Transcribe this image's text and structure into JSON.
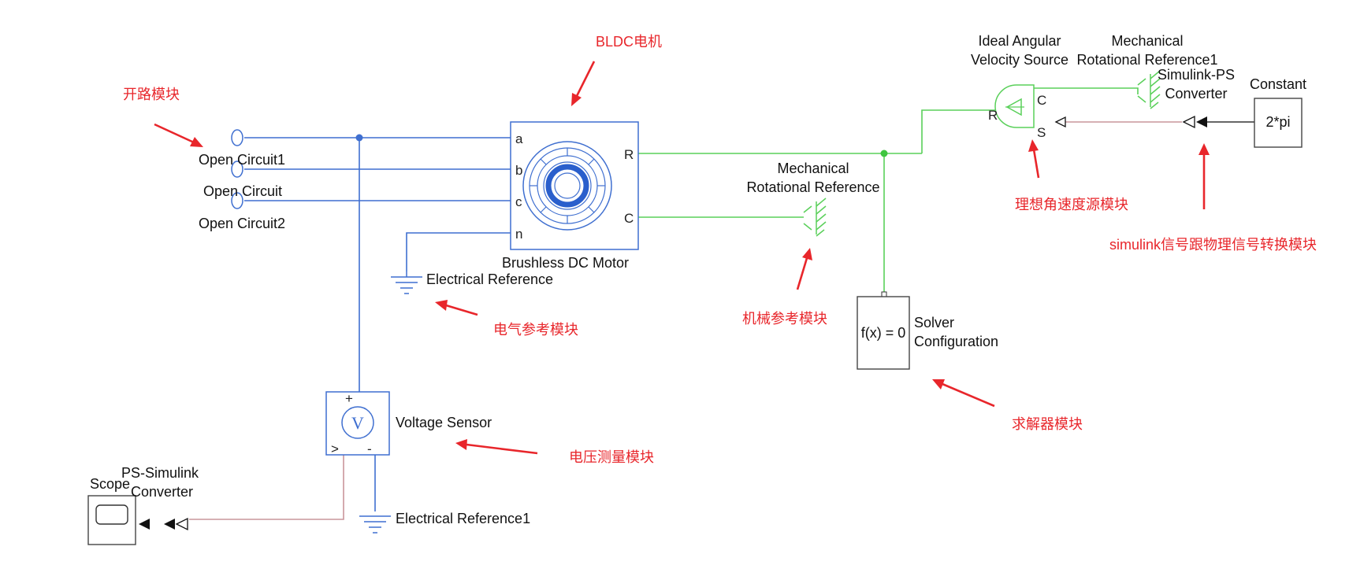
{
  "blocks": {
    "bldc_motor": "Brushless DC Motor",
    "open_circuit1": "Open Circuit1",
    "open_circuit": "Open Circuit",
    "open_circuit2": "Open Circuit2",
    "electrical_reference": "Electrical Reference",
    "electrical_reference1": "Electrical Reference1",
    "voltage_sensor": "Voltage Sensor",
    "voltage_symbol": "V",
    "scope": "Scope",
    "ps_simulink_line1": "PS-Simulink",
    "ps_simulink_line2": "Converter",
    "mech_ref_line1": "Mechanical",
    "mech_ref_line2": "Rotational Reference",
    "mech_ref1_line1": "Mechanical",
    "mech_ref1_line2": "Rotational Reference1",
    "solver_expr": "f(x) = 0",
    "solver_line1": "Solver",
    "solver_line2": "Configuration",
    "ideal_source_line1": "Ideal Angular",
    "ideal_source_line2": "Velocity Source",
    "simulink_ps_line1": "Simulink-PS",
    "simulink_ps_line2": "Converter",
    "constant": "Constant",
    "constant_value": "2*pi"
  },
  "ports": {
    "a": "a",
    "b": "b",
    "c": "c",
    "n": "n",
    "motor_R": "R",
    "motor_C": "C",
    "src_R": "R",
    "src_C": "C",
    "src_S": "S",
    "plus": "+",
    "minus": "-"
  },
  "annotations": {
    "bldc": "BLDC电机",
    "open_circuit": "开路模块",
    "electrical_ref": "电气参考模块",
    "mechanical_ref": "机械参考模块",
    "voltage_sensor": "电压测量模块",
    "solver": "求解器模块",
    "ideal_source": "理想角速度源模块",
    "converter": "simulink信号跟物理信号转换模块"
  },
  "colors": {
    "electrical_wire": "#3f6fd0",
    "mechanical_wire": "#5ad05a",
    "signal_wire": "#c9959b",
    "annotation": "#e8262b"
  }
}
